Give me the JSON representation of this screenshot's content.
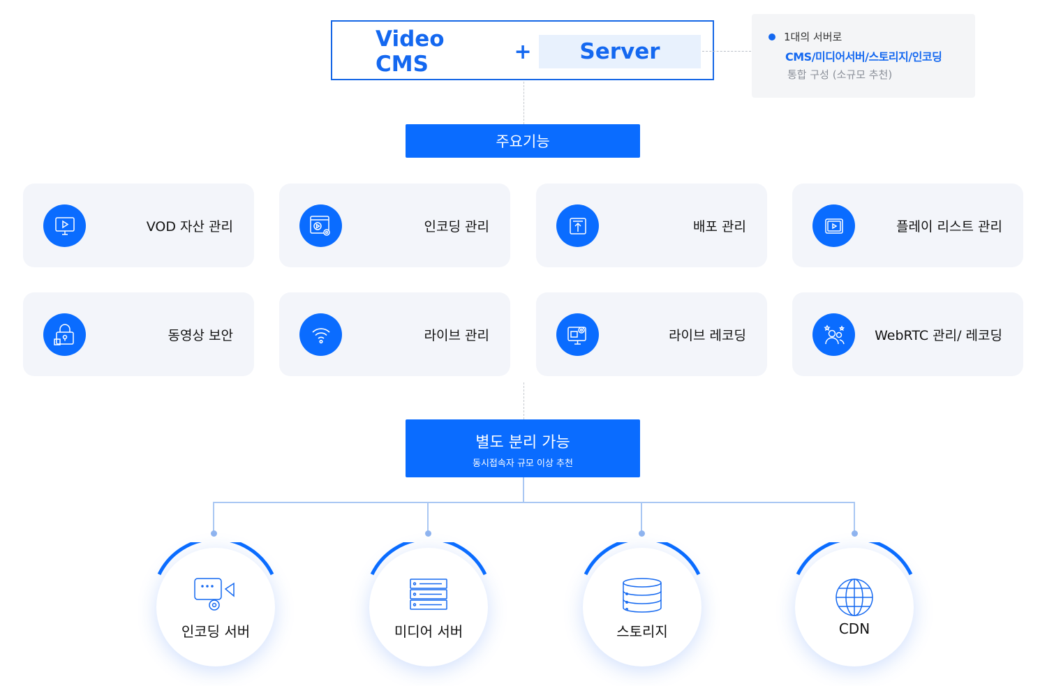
{
  "header": {
    "cms_label": "Video CMS",
    "plus": "+",
    "server_label": "Server"
  },
  "note": {
    "line1": "1대의 서버로",
    "line2": "CMS/미디어서버/스토리지/인코딩",
    "line3": "통합 구성 (소규모 추천)"
  },
  "features_title": "주요기능",
  "features": [
    {
      "label": "VOD 자산 관리",
      "icon": "monitor-play-icon"
    },
    {
      "label": "인코딩 관리",
      "icon": "video-settings-icon"
    },
    {
      "label": "배포 관리",
      "icon": "upload-arrow-icon"
    },
    {
      "label": "플레이 리스트 관리",
      "icon": "playlist-icon"
    },
    {
      "label": "동영상 보안",
      "icon": "lock-icon"
    },
    {
      "label": "라이브 관리",
      "icon": "wifi-icon"
    },
    {
      "label": "라이브 레코딩",
      "icon": "monitor-gear-icon"
    },
    {
      "label": "WebRTC 관리/ 레코딩",
      "icon": "users-icon"
    }
  ],
  "separable": {
    "title": "별도 분리 가능",
    "subtitle": "동시접속자 규모 이상 추천"
  },
  "components": [
    {
      "label": "인코딩 서버",
      "icon": "video-encoding-icon"
    },
    {
      "label": "미디어 서버",
      "icon": "server-rack-icon"
    },
    {
      "label": "스토리지",
      "icon": "database-icon"
    },
    {
      "label": "CDN",
      "icon": "globe-icon"
    }
  ],
  "colors": {
    "primary": "#0a6cff",
    "card_bg": "#f3f5fa",
    "server_bg": "#e8f1fd"
  }
}
